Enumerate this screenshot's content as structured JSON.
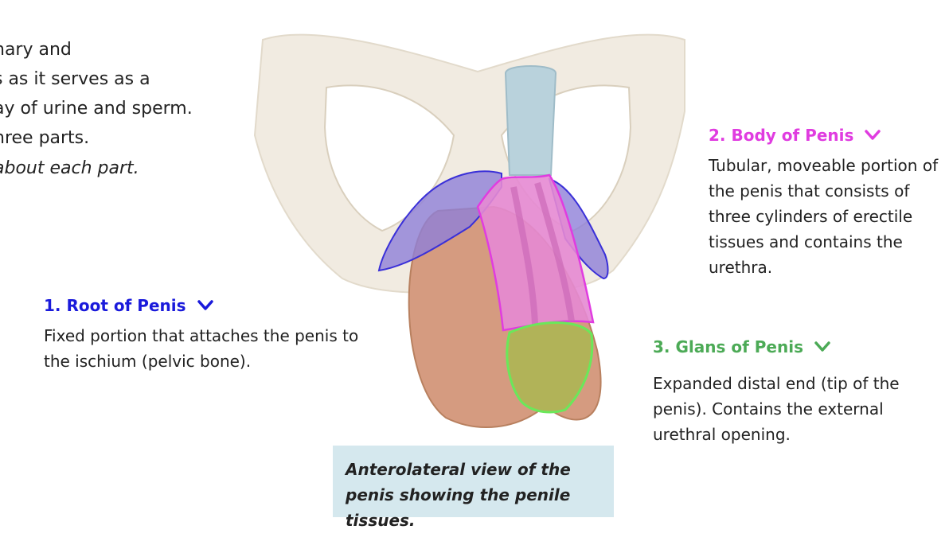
{
  "intro": {
    "lines": [
      "nary and",
      "s as it serves as a",
      "ay of urine and sperm.",
      "hree parts.",
      "about each part."
    ]
  },
  "callouts": {
    "root": {
      "title": "1. Root of Penis",
      "description": "Fixed portion that attaches the penis to the ischium (pelvic bone).",
      "color": "#1a1adb",
      "icon": "chevron-down-icon"
    },
    "body": {
      "title": "2. Body of Penis",
      "description": "Tubular, moveable portion of the penis that consists of three cylinders of erectile tissues and contains the urethra.",
      "color": "#e03ce0",
      "icon": "chevron-down-icon"
    },
    "glans": {
      "title": "3. Glans of Penis",
      "description": "Expanded distal end (tip of the penis). Contains the external urethral opening.",
      "color": "#4caa56",
      "icon": "chevron-down-icon"
    }
  },
  "caption": "Anterolateral view of the penis showing the penile tissues.",
  "colors": {
    "bone": "#efe9de",
    "urethra": "#b9d2dc",
    "root_highlight": "#8e7fd8",
    "body_highlight": "#e58ad3",
    "glans_highlight": "#b3b35a",
    "scrotum": "#d49a80",
    "caption_bg": "#d5e8ee"
  }
}
